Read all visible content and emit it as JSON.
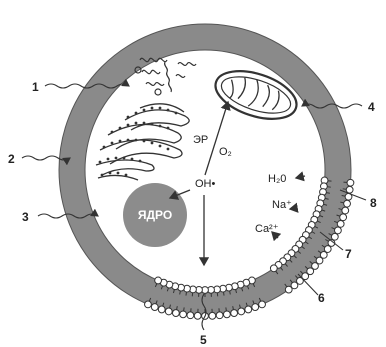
{
  "labels": {
    "n1": "1",
    "n2": "2",
    "n3": "3",
    "n4": "4",
    "n5": "5",
    "n6": "6",
    "n7": "7",
    "n8": "8",
    "er": "ЭР",
    "o2": "O₂",
    "oh": "OH•",
    "nucleus": "ЯДРО",
    "h2o": "H₂0",
    "na": "Na⁺",
    "ca": "Ca²⁺"
  },
  "colors": {
    "membrane": "#8a8a8a",
    "nucleus": "#8c8c8c",
    "ink": "#333333"
  }
}
